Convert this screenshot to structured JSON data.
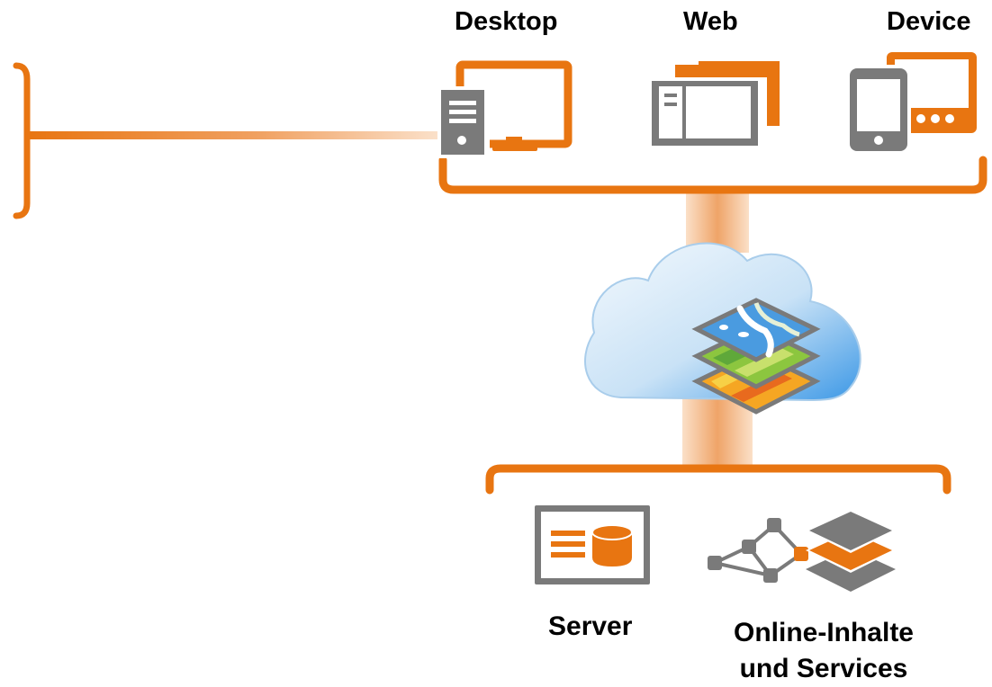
{
  "clients": {
    "desktop_label": "Desktop",
    "web_label": "Web",
    "device_label": "Device"
  },
  "servers": {
    "server_label": "Server",
    "online_label": "Online-Inhalte und Services"
  },
  "icons": {
    "desktop": "desktop-computer-icon",
    "web": "web-browser-icon",
    "device": "mobile-device-icon",
    "cloud": "cloud-icon",
    "map_layers": "map-layers-icon",
    "server": "server-database-icon",
    "network": "network-graph-icon",
    "layers": "layer-stack-icon"
  },
  "colors": {
    "accent": "#E87511",
    "gray": "#7A7A7A",
    "sky_blue": "#4AA3E8",
    "cloud_light": "#E8F3FB"
  }
}
